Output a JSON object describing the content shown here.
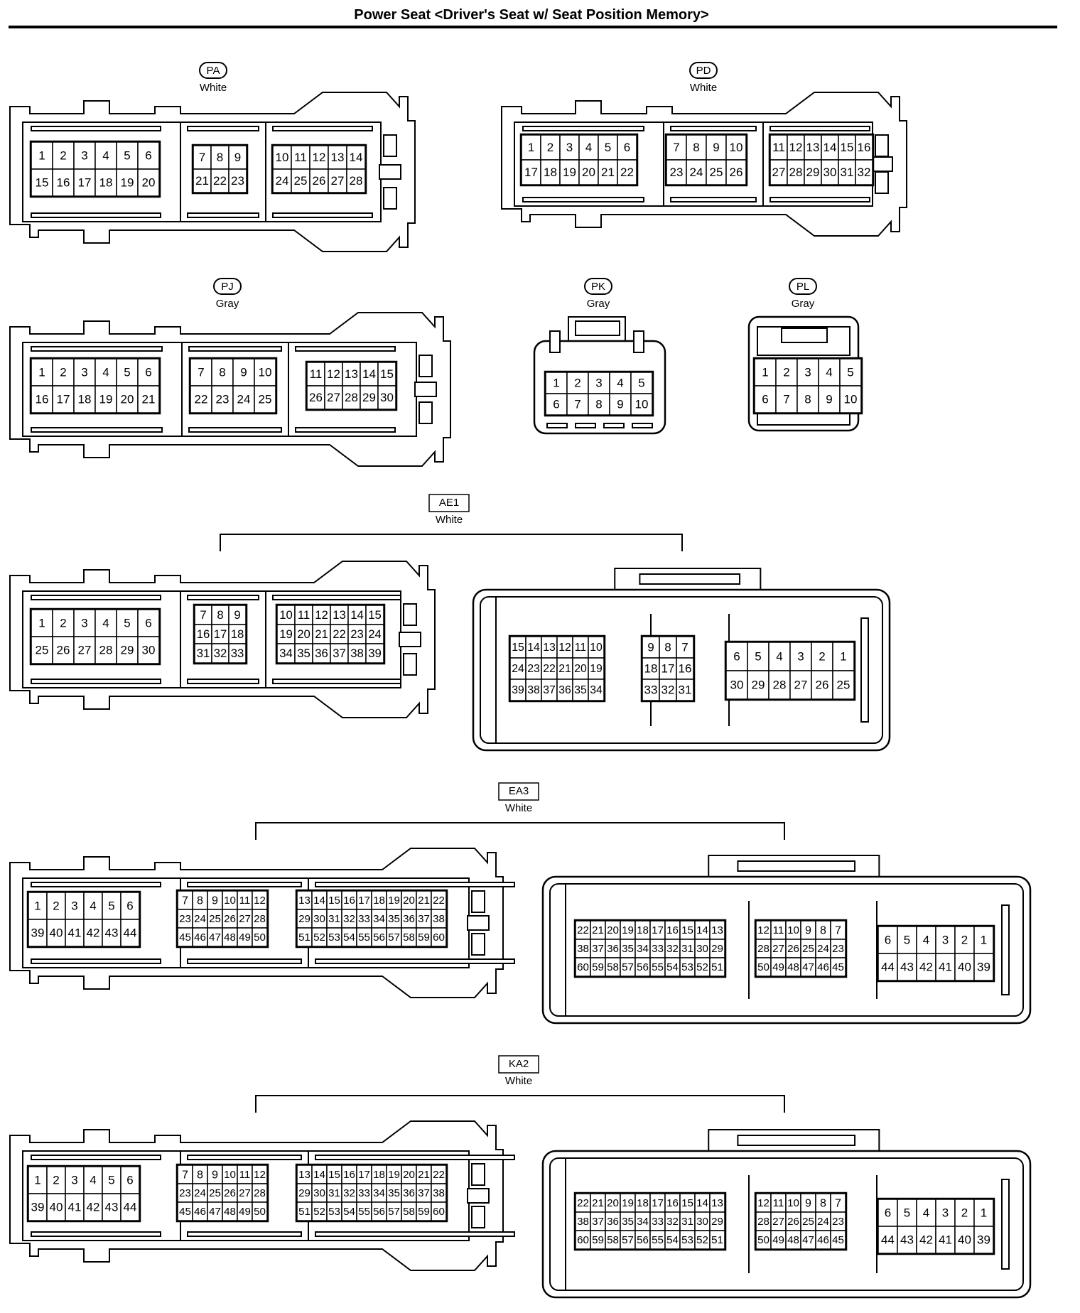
{
  "title": "Power Seat <Driver's Seat w/ Seat Position Memory>",
  "connectors": [
    {
      "id": "PA",
      "code": "PA",
      "color": "White",
      "label_style": "oval",
      "blocks": [
        {
          "rows": [
            [
              "1",
              "2",
              "3",
              "4",
              "5",
              "6"
            ],
            [
              "15",
              "16",
              "17",
              "18",
              "19",
              "20"
            ]
          ]
        },
        {
          "rows": [
            [
              "7",
              "8",
              "9"
            ],
            [
              "21",
              "22",
              "23"
            ]
          ]
        },
        {
          "rows": [
            [
              "10",
              "11",
              "12",
              "13",
              "14"
            ],
            [
              "24",
              "25",
              "26",
              "27",
              "28"
            ]
          ]
        }
      ]
    },
    {
      "id": "PD",
      "code": "PD",
      "color": "White",
      "label_style": "oval",
      "blocks": [
        {
          "rows": [
            [
              "1",
              "2",
              "3",
              "4",
              "5",
              "6"
            ],
            [
              "17",
              "18",
              "19",
              "20",
              "21",
              "22"
            ]
          ]
        },
        {
          "rows": [
            [
              "7",
              "8",
              "9",
              "10"
            ],
            [
              "23",
              "24",
              "25",
              "26"
            ]
          ]
        },
        {
          "rows": [
            [
              "11",
              "12",
              "13",
              "14",
              "15",
              "16"
            ],
            [
              "27",
              "28",
              "29",
              "30",
              "31",
              "32"
            ]
          ]
        }
      ]
    },
    {
      "id": "PJ",
      "code": "PJ",
      "color": "Gray",
      "label_style": "oval",
      "blocks": [
        {
          "rows": [
            [
              "1",
              "2",
              "3",
              "4",
              "5",
              "6"
            ],
            [
              "16",
              "17",
              "18",
              "19",
              "20",
              "21"
            ]
          ]
        },
        {
          "rows": [
            [
              "7",
              "8",
              "9",
              "10"
            ],
            [
              "22",
              "23",
              "24",
              "25"
            ]
          ]
        },
        {
          "rows": [
            [
              "11",
              "12",
              "13",
              "14",
              "15"
            ],
            [
              "26",
              "27",
              "28",
              "29",
              "30"
            ]
          ]
        }
      ]
    },
    {
      "id": "PK",
      "code": "PK",
      "color": "Gray",
      "label_style": "oval",
      "blocks": [
        {
          "rows": [
            [
              "1",
              "2",
              "3",
              "4",
              "5"
            ],
            [
              "6",
              "7",
              "8",
              "9",
              "10"
            ]
          ]
        }
      ]
    },
    {
      "id": "PL",
      "code": "PL",
      "color": "Gray",
      "label_style": "oval",
      "blocks": [
        {
          "rows": [
            [
              "1",
              "2",
              "3",
              "4",
              "5"
            ],
            [
              "6",
              "7",
              "8",
              "9",
              "10"
            ]
          ]
        }
      ]
    },
    {
      "id": "AE1",
      "code": "AE1",
      "color": "White",
      "label_style": "box",
      "halves": [
        {
          "blocks": [
            {
              "rows": [
                [
                  "1",
                  "2",
                  "3",
                  "4",
                  "5",
                  "6"
                ],
                [
                  "25",
                  "26",
                  "27",
                  "28",
                  "29",
                  "30"
                ]
              ]
            },
            {
              "rows": [
                [
                  "7",
                  "8",
                  "9"
                ],
                [
                  "16",
                  "17",
                  "18"
                ],
                [
                  "31",
                  "32",
                  "33"
                ]
              ]
            },
            {
              "rows": [
                [
                  "10",
                  "11",
                  "12",
                  "13",
                  "14",
                  "15"
                ],
                [
                  "19",
                  "20",
                  "21",
                  "22",
                  "23",
                  "24"
                ],
                [
                  "34",
                  "35",
                  "36",
                  "37",
                  "38",
                  "39"
                ]
              ]
            }
          ]
        },
        {
          "blocks": [
            {
              "rows": [
                [
                  "15",
                  "14",
                  "13",
                  "12",
                  "11",
                  "10"
                ],
                [
                  "24",
                  "23",
                  "22",
                  "21",
                  "20",
                  "19"
                ],
                [
                  "39",
                  "38",
                  "37",
                  "36",
                  "35",
                  "34"
                ]
              ]
            },
            {
              "rows": [
                [
                  "9",
                  "8",
                  "7"
                ],
                [
                  "18",
                  "17",
                  "16"
                ],
                [
                  "33",
                  "32",
                  "31"
                ]
              ]
            },
            {
              "rows": [
                [
                  "6",
                  "5",
                  "4",
                  "3",
                  "2",
                  "1"
                ],
                [
                  "30",
                  "29",
                  "28",
                  "27",
                  "26",
                  "25"
                ]
              ]
            }
          ]
        }
      ]
    },
    {
      "id": "EA3",
      "code": "EA3",
      "color": "White",
      "label_style": "box",
      "halves": [
        {
          "blocks": [
            {
              "rows": [
                [
                  "1",
                  "2",
                  "3",
                  "4",
                  "5",
                  "6"
                ],
                [
                  "39",
                  "40",
                  "41",
                  "42",
                  "43",
                  "44"
                ]
              ]
            },
            {
              "rows": [
                [
                  "7",
                  "8",
                  "9",
                  "10",
                  "11",
                  "12"
                ],
                [
                  "23",
                  "24",
                  "25",
                  "26",
                  "27",
                  "28"
                ],
                [
                  "45",
                  "46",
                  "47",
                  "48",
                  "49",
                  "50"
                ]
              ]
            },
            {
              "rows": [
                [
                  "13",
                  "14",
                  "15",
                  "16",
                  "17",
                  "18",
                  "19",
                  "20",
                  "21",
                  "22"
                ],
                [
                  "29",
                  "30",
                  "31",
                  "32",
                  "33",
                  "34",
                  "35",
                  "36",
                  "37",
                  "38"
                ],
                [
                  "51",
                  "52",
                  "53",
                  "54",
                  "55",
                  "56",
                  "57",
                  "58",
                  "59",
                  "60"
                ]
              ]
            }
          ]
        },
        {
          "blocks": [
            {
              "rows": [
                [
                  "22",
                  "21",
                  "20",
                  "19",
                  "18",
                  "17",
                  "16",
                  "15",
                  "14",
                  "13"
                ],
                [
                  "38",
                  "37",
                  "36",
                  "35",
                  "34",
                  "33",
                  "32",
                  "31",
                  "30",
                  "29"
                ],
                [
                  "60",
                  "59",
                  "58",
                  "57",
                  "56",
                  "55",
                  "54",
                  "53",
                  "52",
                  "51"
                ]
              ]
            },
            {
              "rows": [
                [
                  "12",
                  "11",
                  "10",
                  "9",
                  "8",
                  "7"
                ],
                [
                  "28",
                  "27",
                  "26",
                  "25",
                  "24",
                  "23"
                ],
                [
                  "50",
                  "49",
                  "48",
                  "47",
                  "46",
                  "45"
                ]
              ]
            },
            {
              "rows": [
                [
                  "6",
                  "5",
                  "4",
                  "3",
                  "2",
                  "1"
                ],
                [
                  "44",
                  "43",
                  "42",
                  "41",
                  "40",
                  "39"
                ]
              ]
            }
          ]
        }
      ]
    },
    {
      "id": "KA2",
      "code": "KA2",
      "color": "White",
      "label_style": "box",
      "halves": [
        {
          "blocks": [
            {
              "rows": [
                [
                  "1",
                  "2",
                  "3",
                  "4",
                  "5",
                  "6"
                ],
                [
                  "39",
                  "40",
                  "41",
                  "42",
                  "43",
                  "44"
                ]
              ]
            },
            {
              "rows": [
                [
                  "7",
                  "8",
                  "9",
                  "10",
                  "11",
                  "12"
                ],
                [
                  "23",
                  "24",
                  "25",
                  "26",
                  "27",
                  "28"
                ],
                [
                  "45",
                  "46",
                  "47",
                  "48",
                  "49",
                  "50"
                ]
              ]
            },
            {
              "rows": [
                [
                  "13",
                  "14",
                  "15",
                  "16",
                  "17",
                  "18",
                  "19",
                  "20",
                  "21",
                  "22"
                ],
                [
                  "29",
                  "30",
                  "31",
                  "32",
                  "33",
                  "34",
                  "35",
                  "36",
                  "37",
                  "38"
                ],
                [
                  "51",
                  "52",
                  "53",
                  "54",
                  "55",
                  "56",
                  "57",
                  "58",
                  "59",
                  "60"
                ]
              ]
            }
          ]
        },
        {
          "blocks": [
            {
              "rows": [
                [
                  "22",
                  "21",
                  "20",
                  "19",
                  "18",
                  "17",
                  "16",
                  "15",
                  "14",
                  "13"
                ],
                [
                  "38",
                  "37",
                  "36",
                  "35",
                  "34",
                  "33",
                  "32",
                  "31",
                  "30",
                  "29"
                ],
                [
                  "60",
                  "59",
                  "58",
                  "57",
                  "56",
                  "55",
                  "54",
                  "53",
                  "52",
                  "51"
                ]
              ]
            },
            {
              "rows": [
                [
                  "12",
                  "11",
                  "10",
                  "9",
                  "8",
                  "7"
                ],
                [
                  "28",
                  "27",
                  "26",
                  "25",
                  "24",
                  "23"
                ],
                [
                  "50",
                  "49",
                  "48",
                  "47",
                  "46",
                  "45"
                ]
              ]
            },
            {
              "rows": [
                [
                  "6",
                  "5",
                  "4",
                  "3",
                  "2",
                  "1"
                ],
                [
                  "44",
                  "43",
                  "42",
                  "41",
                  "40",
                  "39"
                ]
              ]
            }
          ]
        }
      ]
    }
  ]
}
